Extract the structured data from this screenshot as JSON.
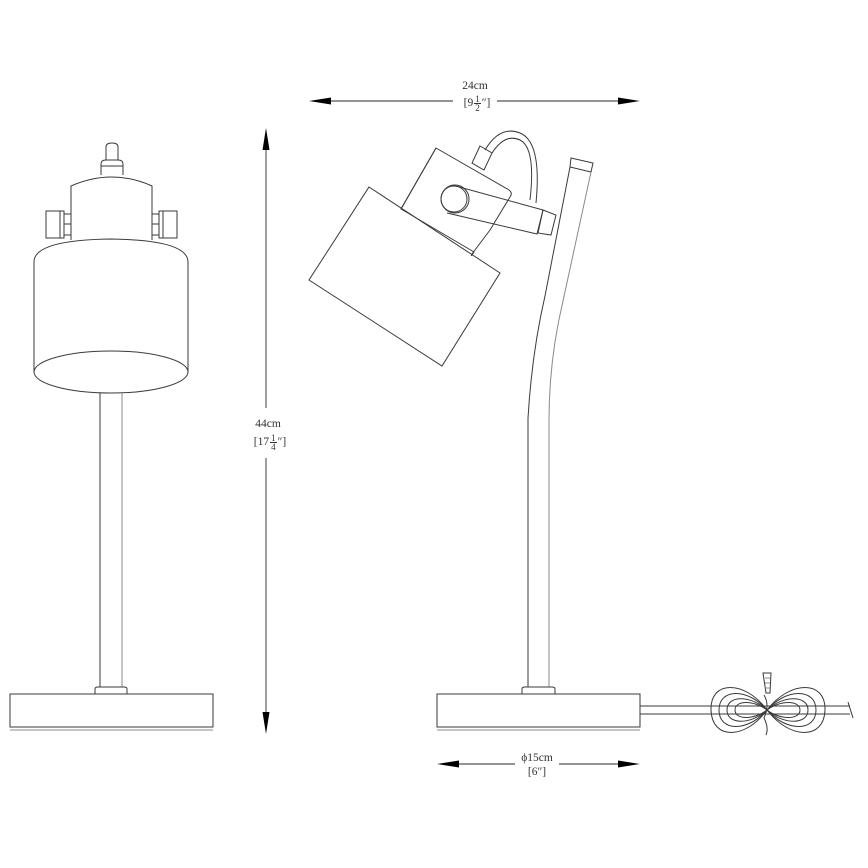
{
  "drawing": {
    "title": "Desk lamp dimension drawing",
    "views": [
      {
        "name": "front-view",
        "description": "Front elevation of lamp with cylindrical shade, knobs and round base"
      },
      {
        "name": "side-view",
        "description": "Side elevation with tilted shade, curved arm, cable and coiled cord"
      }
    ],
    "line_color": "#3a3a3a",
    "arrow_color": "#000000"
  },
  "dimensions": {
    "width": {
      "metric": "24cm",
      "imperial_open": "[9",
      "imperial_num": "1",
      "imperial_den": "2",
      "imperial_close": "″]"
    },
    "height": {
      "metric": "44cm",
      "imperial_open": "[17",
      "imperial_num": "1",
      "imperial_den": "4",
      "imperial_close": "″]"
    },
    "base_diameter": {
      "metric": "ϕ15cm",
      "imperial": "[6″]"
    }
  }
}
